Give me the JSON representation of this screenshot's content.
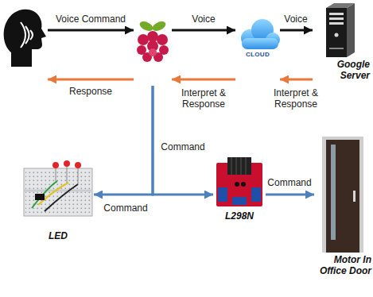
{
  "diagram": {
    "nodes": [
      {
        "text": []
      },
      {
        "text": []
      },
      {
        "text": [
          "CLOUD"
        ]
      },
      {
        "text": [
          "Google Server"
        ]
      },
      {
        "text": [
          "LED"
        ]
      },
      {
        "text": [
          "L298N"
        ]
      },
      {
        "text": [
          "Motor In Office Door"
        ]
      }
    ],
    "edges": [
      {
        "from": 0,
        "to": 1,
        "arrow": "to",
        "label": "Voice Command"
      },
      {
        "from": 1,
        "to": 2,
        "arrow": "to",
        "label": "Voice"
      },
      {
        "from": 2,
        "to": 3,
        "arrow": "to",
        "label": "Voice"
      },
      {
        "from": 3,
        "to": 2,
        "arrow": "to",
        "label": "Interpret & Response"
      },
      {
        "from": 2,
        "to": 1,
        "arrow": "to",
        "label": "Interpret & Response"
      },
      {
        "from": 1,
        "to": 0,
        "arrow": "to",
        "label": "Response"
      },
      {
        "from": 1,
        "to": 4,
        "arrow": "to",
        "label": "Command"
      },
      {
        "from": 1,
        "to": 5,
        "arrow": "to",
        "label": "Command"
      },
      {
        "from": 5,
        "to": 6,
        "arrow": "to",
        "label": "Command"
      }
    ]
  }
}
